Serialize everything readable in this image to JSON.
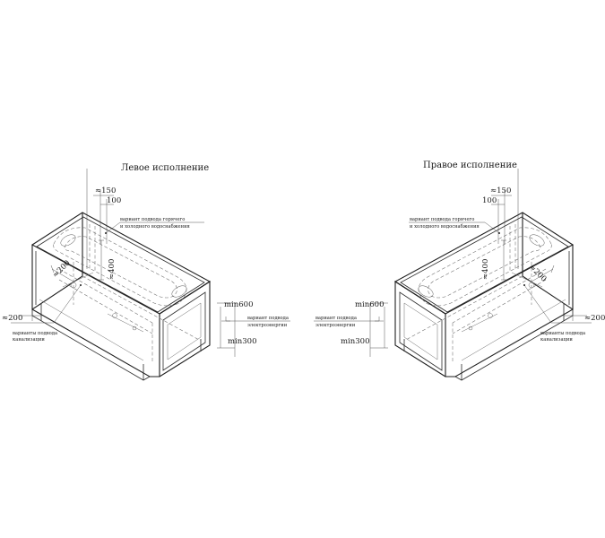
{
  "left_view": {
    "title": "Левое исполнение",
    "dims": {
      "d150": "≈150",
      "d100": "100",
      "d400": "≈400",
      "d200": "≈200",
      "d200b": "≈200",
      "min600": "min600",
      "min300": "min300"
    },
    "notes": {
      "water_1": "вариант подвода горячего",
      "water_2": "и холодного водоснабжения",
      "drain_1": "варианты подвода",
      "drain_2": "канализации",
      "power_1": "вариант подвода",
      "power_2": "электроэнергии"
    }
  },
  "right_view": {
    "title": "Правое исполнение",
    "dims": {
      "d150": "≈150",
      "d100": "100",
      "d400": "≈400",
      "d200": "≈200",
      "d200b": "≈200",
      "min600": "min600",
      "min300": "min300"
    },
    "notes": {
      "water_1": "вариант подвода горячего",
      "water_2": "и холодного водоснабжения",
      "drain_1": "варианты подвода",
      "drain_2": "канализации",
      "power_1": "вариант подвода",
      "power_2": "электроэнергии"
    }
  }
}
